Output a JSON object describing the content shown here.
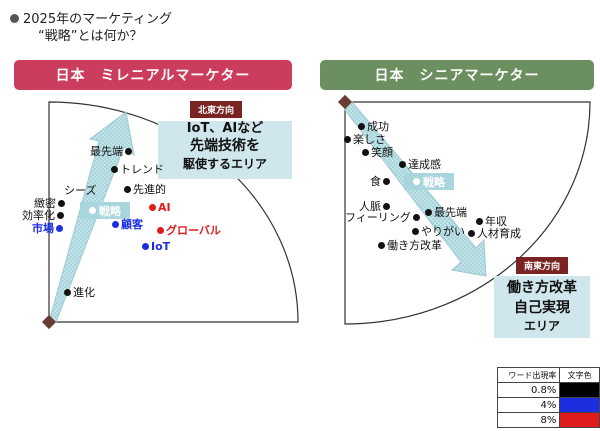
{
  "header": {
    "title": "2025年のマーケティング",
    "subtitle": "“戦略”とは何か？"
  },
  "left_panel": {
    "banner": "日本　ミレニアルマーケター",
    "direction_label": "北東方向",
    "callout_line1": "IoT、AIなど",
    "callout_line2": "先端技術を",
    "callout_line3": "駆使するエリア",
    "center_label": "戦略",
    "words": {
      "saisentan": "最先端",
      "trend": "トレンド",
      "senshinteki": "先進的",
      "seeds": "シーズ",
      "chimitsu": "緻密",
      "kouritsuka": "効率化",
      "shijou": "市場",
      "kokyaku": "顧客",
      "ai": "AI",
      "global": "グローバル",
      "iot": "IoT",
      "shinka": "進化"
    }
  },
  "right_panel": {
    "banner": "日本　シニアマーケター",
    "direction_label": "南東方向",
    "callout_line1": "働き方改革",
    "callout_line2": "自己実現",
    "callout_line3": "エリア",
    "center_label": "戦略",
    "words": {
      "seikou": "成功",
      "tanoshisa": "楽しさ",
      "egao": "笑顔",
      "tasseikan": "達成感",
      "shoku": "食",
      "jinmyaku": "人脈",
      "feeling": "フィーリング",
      "saisentan": "最先端",
      "nenshuu": "年収",
      "yarigai": "やりがい",
      "jinzai": "人材育成",
      "hatarakikata": "働き方改革"
    }
  },
  "legend": {
    "header_rate": "ワード出現率",
    "header_color": "文字色",
    "rows": [
      {
        "rate": "0.8%",
        "color": "#000000"
      },
      {
        "rate": "4%",
        "color": "#1d2ee0"
      },
      {
        "rate": "8%",
        "color": "#e01b1b"
      }
    ]
  },
  "colors": {
    "left_banner": "#cc3c5c",
    "right_banner": "#6b8f5e",
    "arrow_fill": "#a9d6dc",
    "direction_label": "#7a2323"
  }
}
